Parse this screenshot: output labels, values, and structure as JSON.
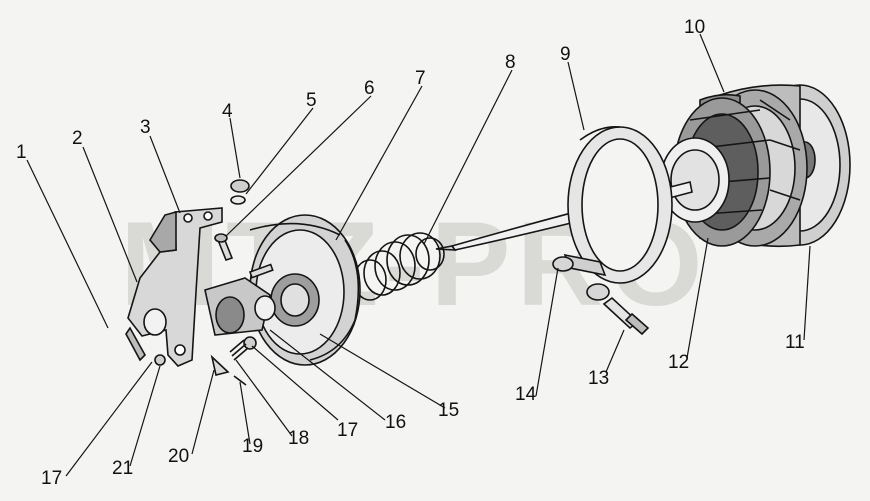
{
  "watermark": "MTZ-PRO",
  "callouts": [
    {
      "id": "1",
      "text": "1"
    },
    {
      "id": "2",
      "text": "2"
    },
    {
      "id": "3",
      "text": "3"
    },
    {
      "id": "4",
      "text": "4"
    },
    {
      "id": "5",
      "text": "5"
    },
    {
      "id": "6",
      "text": "6"
    },
    {
      "id": "7",
      "text": "7"
    },
    {
      "id": "8",
      "text": "8"
    },
    {
      "id": "9",
      "text": "9"
    },
    {
      "id": "10",
      "text": "10"
    },
    {
      "id": "11",
      "text": "11"
    },
    {
      "id": "12",
      "text": "12"
    },
    {
      "id": "13",
      "text": "13"
    },
    {
      "id": "14",
      "text": "14"
    },
    {
      "id": "15",
      "text": "15"
    },
    {
      "id": "16",
      "text": "16"
    },
    {
      "id": "17a",
      "text": "17"
    },
    {
      "id": "17b",
      "text": "17"
    },
    {
      "id": "18",
      "text": "18"
    },
    {
      "id": "19",
      "text": "19"
    },
    {
      "id": "20",
      "text": "20"
    },
    {
      "id": "21",
      "text": "21"
    }
  ]
}
